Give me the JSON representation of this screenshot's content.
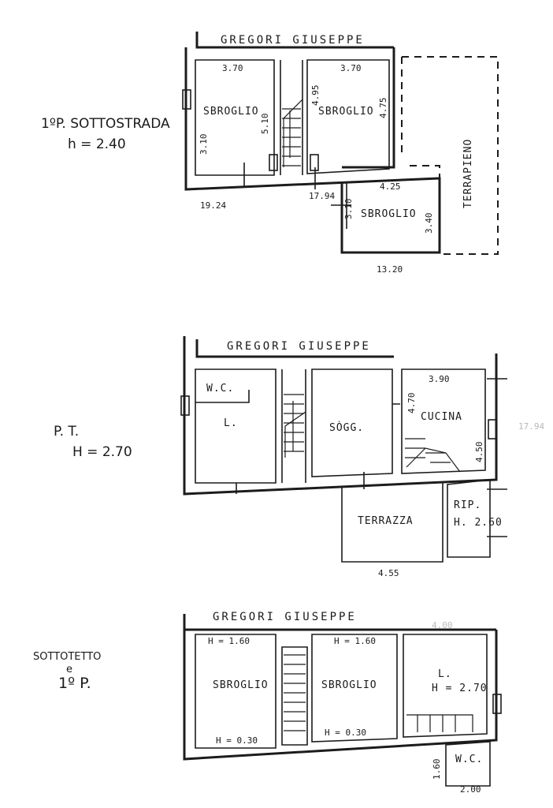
{
  "owner": "GREGORI GIUSEPPE",
  "floors": [
    {
      "id": "basement",
      "floor_label": "1ºP. SOTTOSTRADA",
      "height_label": "h = 2.40",
      "rooms": [
        "SBROGLIO",
        "SBROGLIO",
        "SBROGLIO"
      ],
      "side_label": "TERRAPIENO",
      "dims": [
        "3.70",
        "3.70",
        "5.10",
        "3.10",
        "4.95",
        "4.75",
        "4.25",
        "3.10",
        "3.40",
        "19.24",
        "17.94",
        "13.20"
      ]
    },
    {
      "id": "ground",
      "floor_label": "P. T.",
      "height_label": "H = 2.70",
      "rooms": [
        "W.C.",
        "L.",
        "SÒGG.",
        "CUCINA",
        "TERRAZZA",
        "RIP.",
        "H. 2.60"
      ],
      "dims": [
        "3.90",
        "4.70",
        "4.50",
        "4.55",
        "17.94"
      ]
    },
    {
      "id": "attic",
      "floor_label": "SOTTOTETTO",
      "floor_label_2": "e",
      "floor_label_3": "1º P.",
      "rooms": [
        "SBROGLIO",
        "SBROGLIO",
        "L.",
        "H = 2.70",
        "W.C."
      ],
      "heights": [
        "H = 1.60",
        "H = 1.60",
        "H = 0.30",
        "H = 0.30"
      ],
      "dims": [
        "4.00",
        "1.60",
        "2.00"
      ]
    }
  ]
}
